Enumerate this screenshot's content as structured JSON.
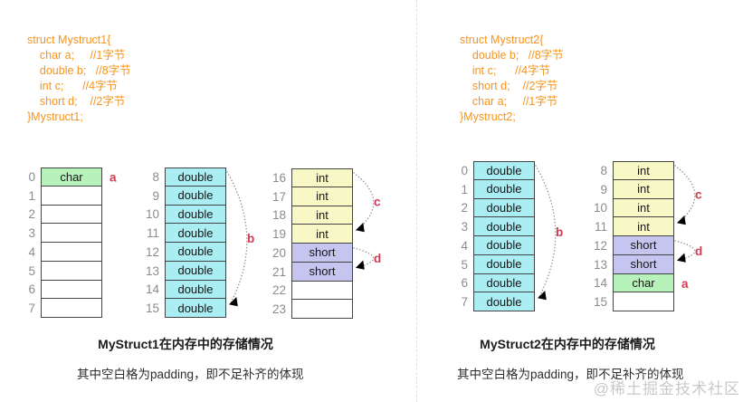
{
  "colors": {
    "code_text": "#f7941d",
    "address_text": "#8c8c8c",
    "mark_text": "#cf3a50",
    "cell_border": "#444444",
    "cell_char": "#b7f2ba",
    "cell_double": "#aaedf2",
    "cell_int": "#f8f8c6",
    "cell_short": "#c5c5f0",
    "cell_empty": "#ffffff",
    "arc_dots": "#8a8a8a",
    "arrow": "#000000",
    "divider": "#e2e2e2",
    "watermark_text": "#c9c9c9"
  },
  "left": {
    "code": [
      "struct Mystruct1{",
      "    char a;     //1字节",
      "    double b;   //8字节",
      "    int c;      //4字节",
      "    short d;    //2字节",
      "}Mystruct1;"
    ],
    "columns": [
      {
        "start": 0,
        "cells": [
          "char",
          "",
          "",
          "",
          "",
          "",
          "",
          ""
        ],
        "marks": [
          {
            "kind": "text",
            "label": "a",
            "row": 0
          }
        ]
      },
      {
        "start": 8,
        "cells": [
          "double",
          "double",
          "double",
          "double",
          "double",
          "double",
          "double",
          "double"
        ],
        "marks": [
          {
            "kind": "arc",
            "label": "b",
            "from": 0,
            "to": 7
          }
        ]
      },
      {
        "start": 16,
        "cells": [
          "int",
          "int",
          "int",
          "int",
          "short",
          "short",
          "",
          ""
        ],
        "marks": [
          {
            "kind": "arc",
            "label": "c",
            "from": 0,
            "to": 3
          },
          {
            "kind": "arc",
            "label": "d",
            "from": 4,
            "to": 5
          }
        ]
      }
    ],
    "caption": "MyStruct1在内存中的存储情况",
    "note": "其中空白格为padding，即不足补齐的体现"
  },
  "right": {
    "code": [
      "struct Mystruct2{",
      "    double b;   //8字节",
      "    int c;      //4字节",
      "    short d;    //2字节",
      "    char a;     //1字节",
      "}Mystruct2;"
    ],
    "columns": [
      {
        "start": 0,
        "cells": [
          "double",
          "double",
          "double",
          "double",
          "double",
          "double",
          "double",
          "double"
        ],
        "marks": [
          {
            "kind": "arc",
            "label": "b",
            "from": 0,
            "to": 7
          }
        ]
      },
      {
        "start": 8,
        "cells": [
          "int",
          "int",
          "int",
          "int",
          "short",
          "short",
          "char",
          ""
        ],
        "marks": [
          {
            "kind": "arc",
            "label": "c",
            "from": 0,
            "to": 3
          },
          {
            "kind": "arc",
            "label": "d",
            "from": 4,
            "to": 5
          },
          {
            "kind": "text",
            "label": "a",
            "row": 6
          }
        ]
      }
    ],
    "caption": "MyStruct2在内存中的存储情况",
    "note": "其中空白格为padding，即不足补齐的体现"
  },
  "watermark": "@稀土掘金技术社区"
}
